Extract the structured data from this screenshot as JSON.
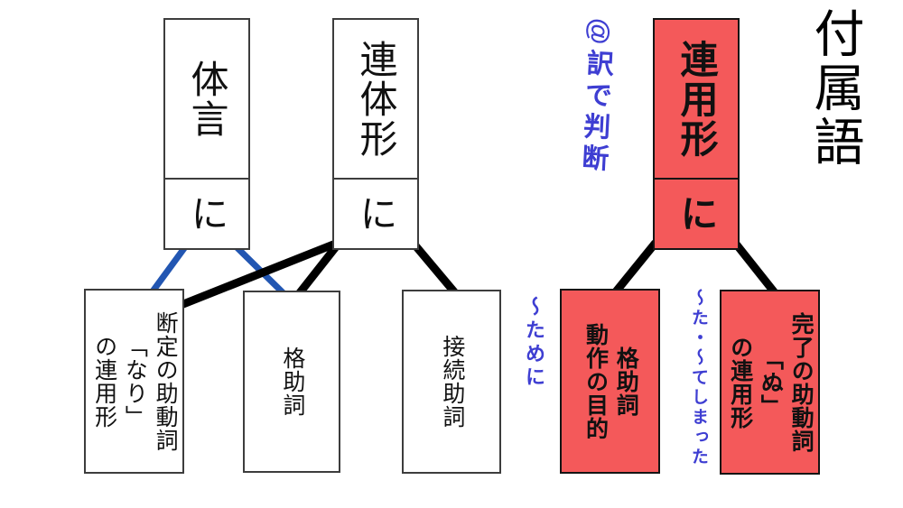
{
  "title": "付属語",
  "colors": {
    "box_red": "#f4595a",
    "line_blue": "#2256b2",
    "line_black": "#000000",
    "ink_blue": "#3e3ed2",
    "box_border": "#3d3d3d",
    "red_box_border": "#141414"
  },
  "top_boxes": [
    {
      "id": "taigen",
      "label": "体言",
      "particle": "に",
      "variant": "white"
    },
    {
      "id": "rentaikei",
      "label": "連体形",
      "particle": "に",
      "variant": "white"
    },
    {
      "id": "renyoukei",
      "label": "連用形",
      "particle": "に",
      "variant": "red"
    }
  ],
  "bottom_boxes": [
    {
      "id": "dantei-nari",
      "label": "断定の助動詞\n「なり」\nの連用形",
      "variant": "white"
    },
    {
      "id": "kakujoshi",
      "label": "格助詞",
      "variant": "white"
    },
    {
      "id": "setsuzoku-joshi",
      "label": "接続助詞",
      "variant": "white"
    },
    {
      "id": "kakujoshi-mokuteki",
      "label": "格助詞\n動作の目的",
      "variant": "red"
    },
    {
      "id": "kanryou-nu",
      "label": "完了の助動詞\n「ぬ」\nの連用形",
      "variant": "red"
    }
  ],
  "annotations": {
    "judge_by_translation": "@訳で判断",
    "tame_ni": "〜ために",
    "ta_teshimatta": "〜た・〜てしまった"
  },
  "connectors": [
    {
      "from": "taigen",
      "to": "dantei-nari",
      "color": "blue"
    },
    {
      "from": "taigen",
      "to": "kakujoshi",
      "color": "blue"
    },
    {
      "from": "rentaikei",
      "to": "dantei-nari",
      "color": "black"
    },
    {
      "from": "rentaikei",
      "to": "kakujoshi",
      "color": "black"
    },
    {
      "from": "rentaikei",
      "to": "setsuzoku-joshi",
      "color": "black"
    },
    {
      "from": "renyoukei",
      "to": "kakujoshi-mokuteki",
      "color": "black"
    },
    {
      "from": "renyoukei",
      "to": "kanryou-nu",
      "color": "black"
    }
  ]
}
